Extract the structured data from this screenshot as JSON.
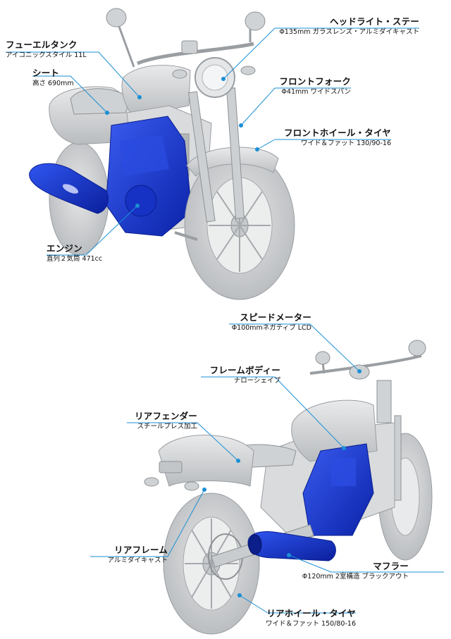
{
  "colors": {
    "leader": "#1a8fd6",
    "engine": "#1a3fd0",
    "body": "#d6d8da",
    "outline": "#9a9ea2",
    "dot": "#1a8fd6"
  },
  "callouts": {
    "headlight_stay": {
      "title": "ヘッドライト・ステー",
      "sub": "Φ135mm ガラスレンズ・アルミダイキャスト"
    },
    "fuel_tank": {
      "title": "フューエルタンク",
      "sub": "アイコニックスタイル 11L"
    },
    "seat": {
      "title": "シート",
      "sub": "高さ 690mm"
    },
    "front_fork": {
      "title": "フロントフォーク",
      "sub": "Φ41mm ワイドスパン"
    },
    "front_wheel": {
      "title": "フロントホイール・タイヤ",
      "sub": "ワイド＆ファット 130/90-16"
    },
    "engine": {
      "title": "エンジン",
      "sub": "直列２気筒 471cc"
    },
    "speedometer": {
      "title": "スピードメーター",
      "sub": "Φ100mmネガティブ LCD"
    },
    "frame_body": {
      "title": "フレームボディー",
      "sub": "ナローシェイプ"
    },
    "rear_fender": {
      "title": "リアフェンダー",
      "sub": "スチールプレス加工"
    },
    "rear_frame": {
      "title": "リアフレーム",
      "sub": "アルミダイキャスト"
    },
    "muffler": {
      "title": "マフラー",
      "sub": "Φ120mm 2室構造 ブラックアウト"
    },
    "rear_wheel": {
      "title": "リアホイール・タイヤ",
      "sub": "ワイド＆ファット 150/80-16"
    }
  }
}
